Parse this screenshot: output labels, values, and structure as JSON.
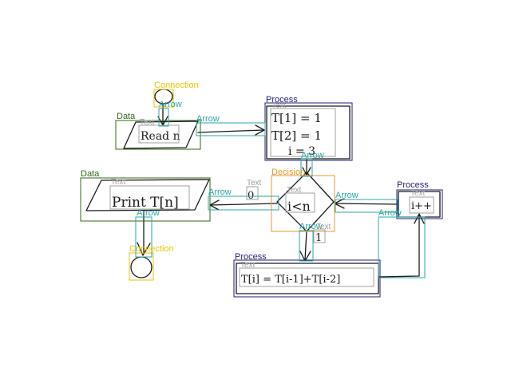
{
  "colors": {
    "connection": "#e8c400",
    "arrow": "#2aa7a7",
    "data": "#2e6b12",
    "process": "#1c1c7a",
    "decision": "#e89a2c",
    "text_label": "#a0a0a0",
    "ink": "#1a1a1a"
  },
  "labels": {
    "connection": "Connection",
    "arrow": "Arrow",
    "data": "Data",
    "process": "Process",
    "decision": "Decision",
    "text": "Text"
  },
  "handwriting": {
    "read_n": "Read n",
    "t1": "T[1] = 1",
    "t2": "T[2] = 1",
    "i3": "i = 3",
    "print_tn": "Print T[n]",
    "zero": "0",
    "i_lt_n": "i<n",
    "one": "1",
    "i_inc": "i++",
    "recurrence": "T[i] = T[i-1]+T[i-2]"
  }
}
